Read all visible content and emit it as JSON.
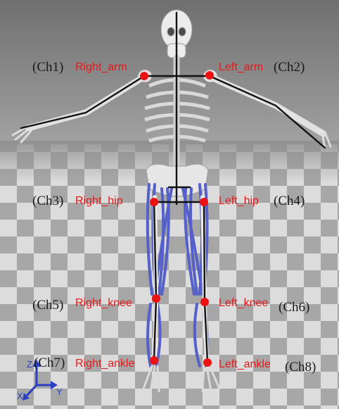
{
  "colors": {
    "joint_marker": "#ee1111",
    "joint_label": "#e81818",
    "axis": "#2b3ec4",
    "segment_line": "#111111",
    "muscle": "#5560c8",
    "bone": "#e6e6e6",
    "floor_light": "#d9d9d9",
    "floor_dark": "#a9a9a9",
    "sky": "#8a8a8a"
  },
  "channels": {
    "ch1": "(Ch1)",
    "ch2": "(Ch2)",
    "ch3": "(Ch3)",
    "ch4": "(Ch4)",
    "ch5": "(Ch5)",
    "ch6": "(Ch6)",
    "ch7": "(Ch7)",
    "ch8": "(Ch8)"
  },
  "joints": {
    "right_arm": "Right_arm",
    "left_arm": "Left_arm",
    "right_hip": "Right_hip",
    "left_hip": "Left_hip",
    "right_knee": "Right_knee",
    "left_knee": "Left_knee",
    "right_ankle": "Right_ankle",
    "left_ankle": "Left_ankle"
  },
  "axes": {
    "z": "Z",
    "x": "X",
    "y": "Y"
  }
}
